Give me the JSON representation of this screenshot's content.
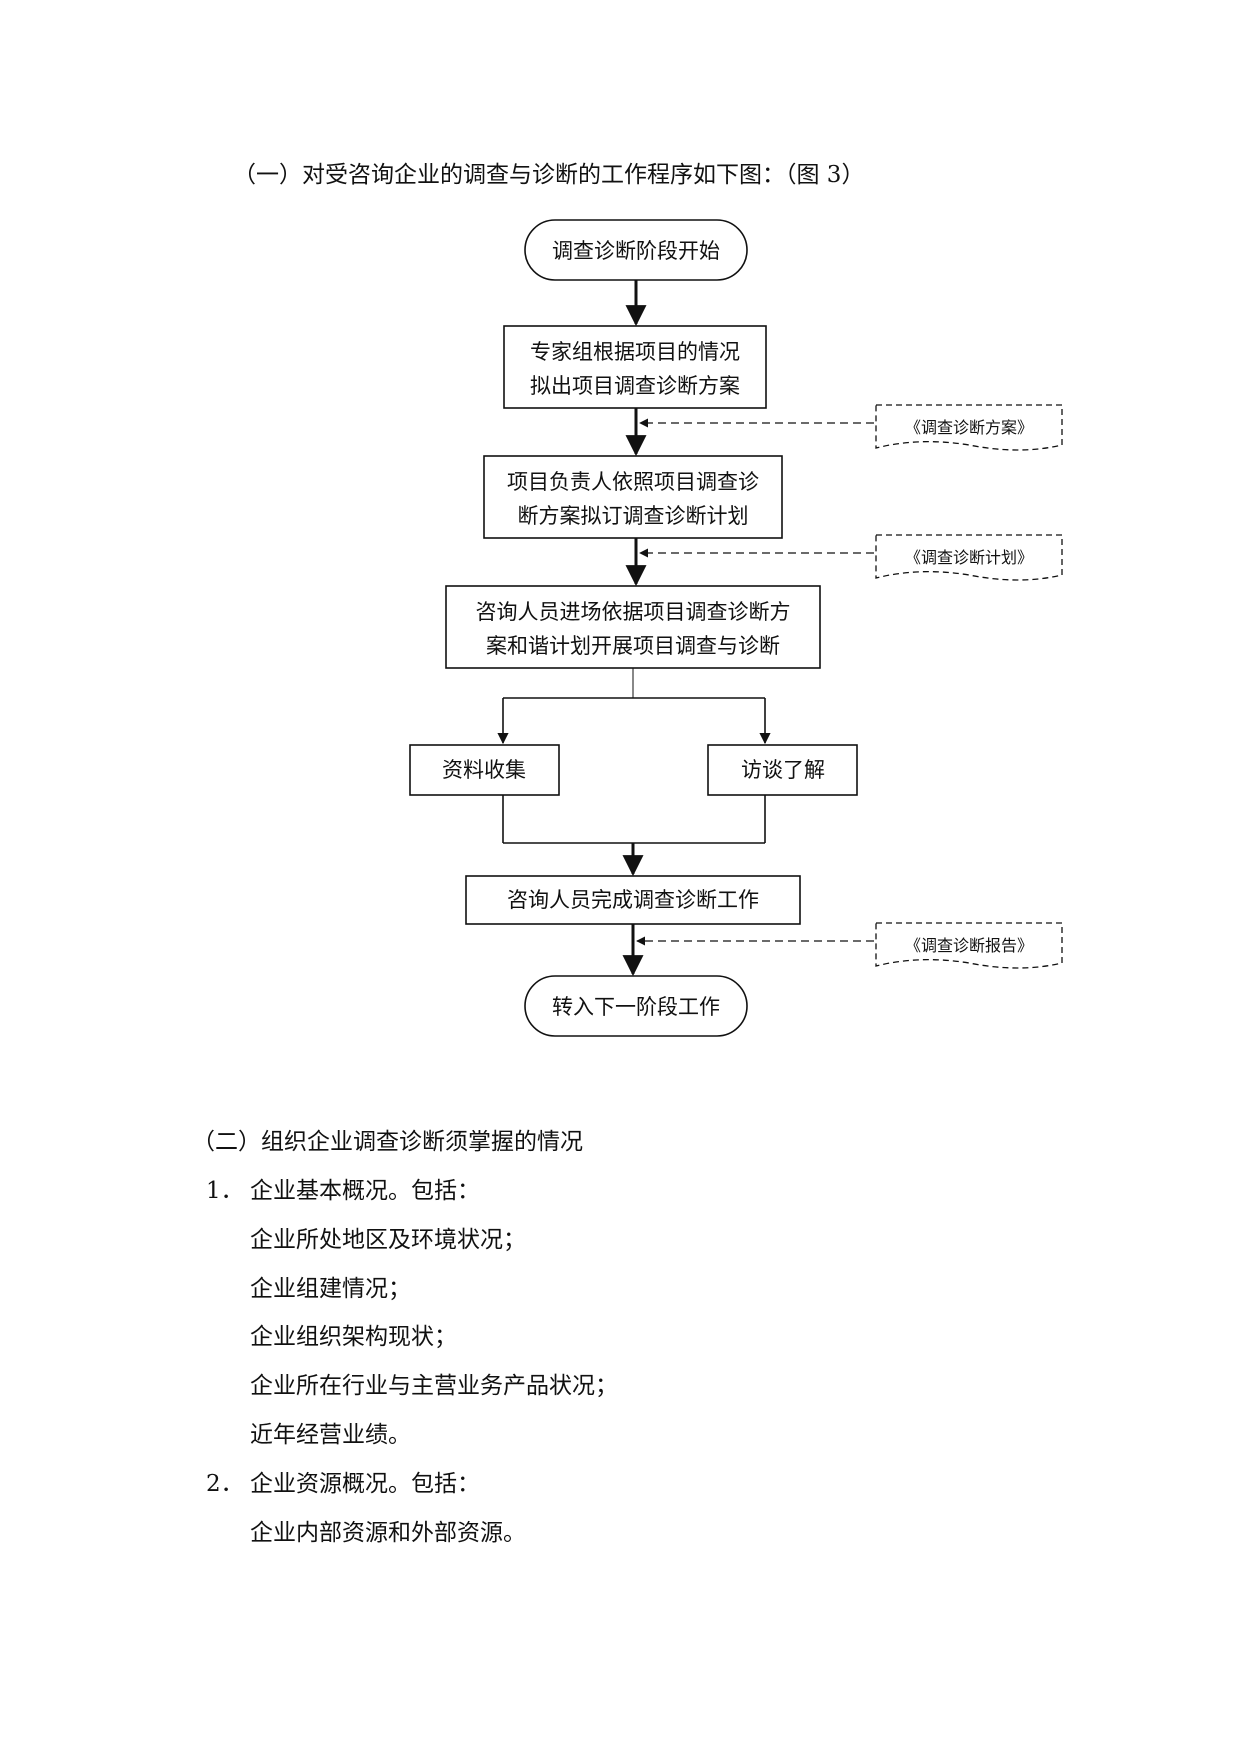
{
  "section1": {
    "heading": "（一）对受咨询企业的调查与诊断的工作程序如下图：（图 3）"
  },
  "flowchart": {
    "start": "调查诊断阶段开始",
    "step1": [
      "专家组根据项目的情况",
      "拟出项目调查诊断方案"
    ],
    "step2": [
      "项目负责人依照项目调查诊",
      "断方案拟订调查诊断计划"
    ],
    "step3": [
      "咨询人员进场依据项目调查诊断方",
      "案和谐计划开展项目调查与诊断"
    ],
    "branch_left": "资料收集",
    "branch_right": "访谈了解",
    "step4": "咨询人员完成调查诊断工作",
    "end": "转入下一阶段工作",
    "doc1": "《调查诊断方案》",
    "doc2": "《调查诊断计划》",
    "doc3": "《调查诊断报告》"
  },
  "section2": {
    "heading": "（二）组织企业调查诊断须掌握的情况",
    "item1": {
      "number": "1．",
      "title": "企业基本概况。包括：",
      "lines": [
        "企业所处地区及环境状况；",
        "企业组建情况；",
        "企业组织架构现状；",
        "企业所在行业与主营业务产品状况；",
        "近年经营业绩。"
      ]
    },
    "item2": {
      "number": "2．",
      "title": "企业资源概况。包括：",
      "lines": [
        "企业内部资源和外部资源。"
      ]
    }
  }
}
